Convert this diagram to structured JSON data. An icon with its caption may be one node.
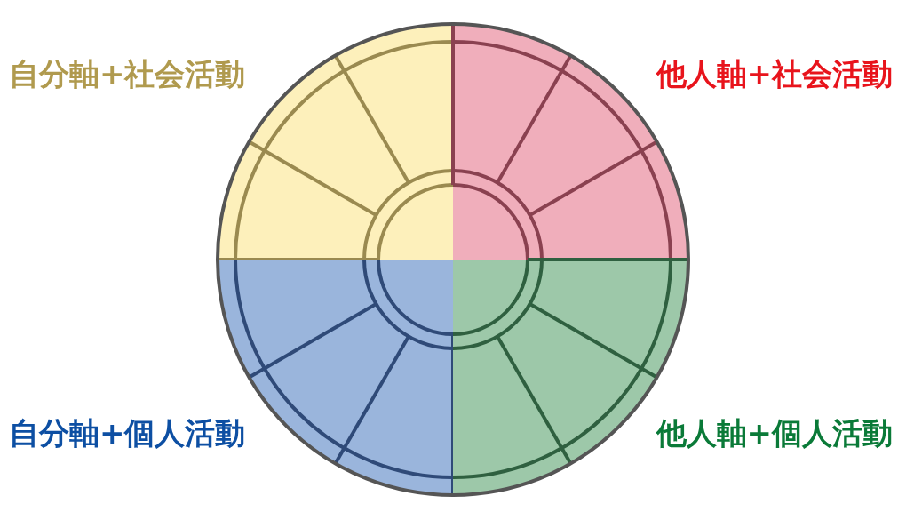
{
  "diagram": {
    "labels": [
      "自分軸+社会活動",
      "他人軸+社会活動",
      "自分軸+個人活動",
      "他人軸+個人活動"
    ]
  }
}
